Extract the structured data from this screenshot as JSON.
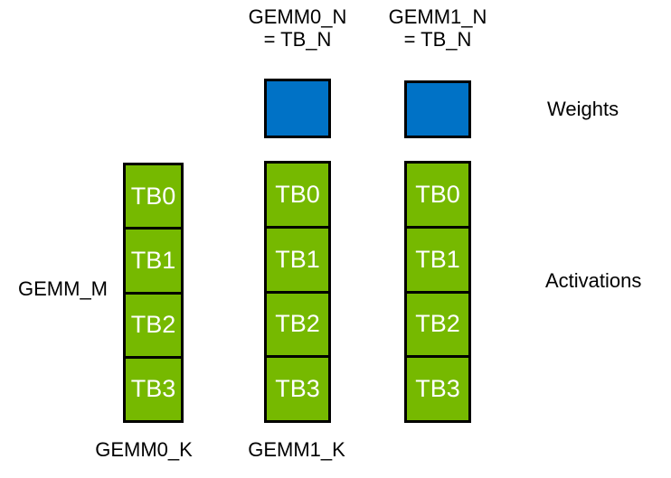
{
  "colors": {
    "weights_fill": "#0072C6",
    "activations_fill": "#76B900",
    "outline": "#000000",
    "block_text": "#FFFFFF",
    "label_text": "#000000",
    "background": "#FFFFFF"
  },
  "top_labels": [
    {
      "line1": "GEMM0_N",
      "line2": "= TB_N"
    },
    {
      "line1": "GEMM1_N",
      "line2": "= TB_N"
    }
  ],
  "right_labels": {
    "weights": "Weights",
    "activations": "Activations"
  },
  "left_label": "GEMM_M",
  "columns": [
    {
      "blocks": [
        "TB0",
        "TB1",
        "TB2",
        "TB3"
      ],
      "bottom_label": "GEMM0_K"
    },
    {
      "blocks": [
        "TB0",
        "TB1",
        "TB2",
        "TB3"
      ],
      "bottom_label": "GEMM1_K"
    },
    {
      "blocks": [
        "TB0",
        "TB1",
        "TB2",
        "TB3"
      ],
      "bottom_label": ""
    }
  ]
}
